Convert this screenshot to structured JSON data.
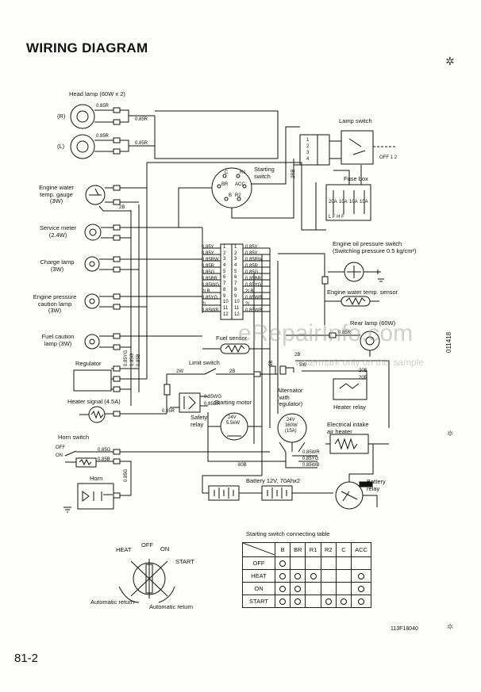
{
  "title": "WIRING DIAGRAM",
  "page_number": "81-2",
  "figure_code": "113F18040",
  "side_code": "011418",
  "watermark": {
    "site": "eRepairInfo.com",
    "note": "watermark only on this sample"
  },
  "left_components": {
    "head_lamp": "Head lamp (60W x 2)",
    "head_lamp_r": "(R)",
    "head_lamp_l": "(L)",
    "water_gauge": [
      "Engine water",
      "temp. gauge",
      "(3W)"
    ],
    "service_meter": [
      "Service meter",
      "(2.4W)"
    ],
    "charge_lamp": [
      "Charge lamp",
      "(3W)"
    ],
    "pressure_lamp": [
      "Engine pressure",
      "caution lamp",
      "(3W)"
    ],
    "fuel_caution": [
      "Fuel caution",
      "lamp (3W)"
    ],
    "regulator": "Regulator",
    "heater_signal": "Heater signal (4.5A)",
    "horn_switch": "Horn switch",
    "horn": "Horn"
  },
  "right_components": {
    "lamp_switch": "Lamp switch",
    "lamp_switch_contacts": [
      "1",
      "2",
      "3",
      "4"
    ],
    "lamp_switch_positions": "OFF  1  2",
    "fuse_box": "Fuse box",
    "fuse_values": [
      "20A",
      "10A",
      "10A",
      "10A"
    ],
    "fuse_terminals": "L  F  H  F",
    "starting_switch": [
      "Starting",
      "switch"
    ],
    "starting_switch_terminals": {
      "c": "C",
      "r1": "R1",
      "br": "BR",
      "acc": "ACC",
      "b": "B",
      "r2": "R2"
    },
    "oil_pressure_switch": [
      "Engine oil pressure switch",
      "(Switching pressure 0.5 kg/cm²)"
    ],
    "water_temp_sensor": "Engine water temp. sensor",
    "rear_lamp": "Rear lamp (60W)",
    "fuel_sensor": "Fuel sensor",
    "limit_switch": "Limit switch",
    "starting_motor": "Starting motor",
    "starting_motor_rating": [
      "24V",
      "5.5kW"
    ],
    "safety_relay": [
      "Safety",
      "relay"
    ],
    "alternator": [
      "Alternator",
      "(with",
      "regulator)"
    ],
    "alternator_rating": [
      "24V",
      "360W",
      "(15A)"
    ],
    "heater_relay": "Heater relay",
    "intake_heater": [
      "Electrical intake",
      "air heater"
    ],
    "battery": "Battery 12V, 70Ahx2",
    "battery_relay": [
      "Battery",
      "relay"
    ]
  },
  "connector_left_wires": [
    "0.85Y",
    "0.85Y",
    "0.85RW",
    "0.85R",
    "0.85G",
    "0.85BR",
    "0.85WG",
    "2LB",
    "0.85YG",
    "2L",
    "0.85WB"
  ],
  "connector_pins": [
    "1",
    "2",
    "3",
    "4",
    "5",
    "6",
    "7",
    "8",
    "9",
    "10",
    "11",
    "12"
  ],
  "connector_pins_right": [
    "1",
    "2",
    "3",
    "4",
    "5",
    "6",
    "7",
    "8",
    "9",
    "10",
    "11",
    "12"
  ],
  "connector_right_wires": [
    "0.85Y",
    "0.85Y",
    "0.85RW",
    "0.85R",
    "0.85G",
    "0.85BR",
    "0.85YG",
    "2LB",
    "0.85WB",
    "2L",
    "0.85WB"
  ],
  "wire_labels": {
    "hl_r": "0.85R",
    "hl_r2": "0.85R",
    "hl_l": "0.85R",
    "hl_l2": "0.85R",
    "w2b_a": "2B",
    "w2b_b": "2B",
    "w2rb": "2RB",
    "w2w": "2W",
    "w2b_c": "2B",
    "w5b": "5B",
    "w5w": "5W",
    "w20b_a": "20B",
    "w20b_b": "20B",
    "w60b": "60B",
    "wr085_rear": "0.85R",
    "reg1": "0.85YG",
    "reg2": "0.85G",
    "reg3": "0.85B",
    "sm1": "0.85WG",
    "sm2": "0.85R",
    "sm3": "0.85BR",
    "alt1": "0.85WR",
    "alt2": "0.85YG",
    "alt3": "0.85WB",
    "horn1": "0.85G",
    "horn2": "0.85B",
    "horn3": "0.85G",
    "horn_off": "OFF",
    "horn_on": "ON"
  },
  "key_diagram": {
    "heat": "HEAT",
    "off": "OFF",
    "on": "ON",
    "start": "START",
    "auto1": "Automatic return",
    "auto2": "Automatic return"
  },
  "connecting_table": {
    "caption": "Starting switch connecting table",
    "headers": [
      "B",
      "BR",
      "R1",
      "R2",
      "C",
      "ACC"
    ],
    "rows": [
      {
        "label": "OFF",
        "marks": [
          true,
          false,
          false,
          false,
          false,
          false
        ]
      },
      {
        "label": "HEAT",
        "marks": [
          true,
          true,
          true,
          false,
          false,
          true
        ]
      },
      {
        "label": "ON",
        "marks": [
          true,
          true,
          false,
          false,
          false,
          true
        ]
      },
      {
        "label": "START",
        "marks": [
          true,
          true,
          false,
          true,
          true,
          true
        ]
      }
    ]
  }
}
